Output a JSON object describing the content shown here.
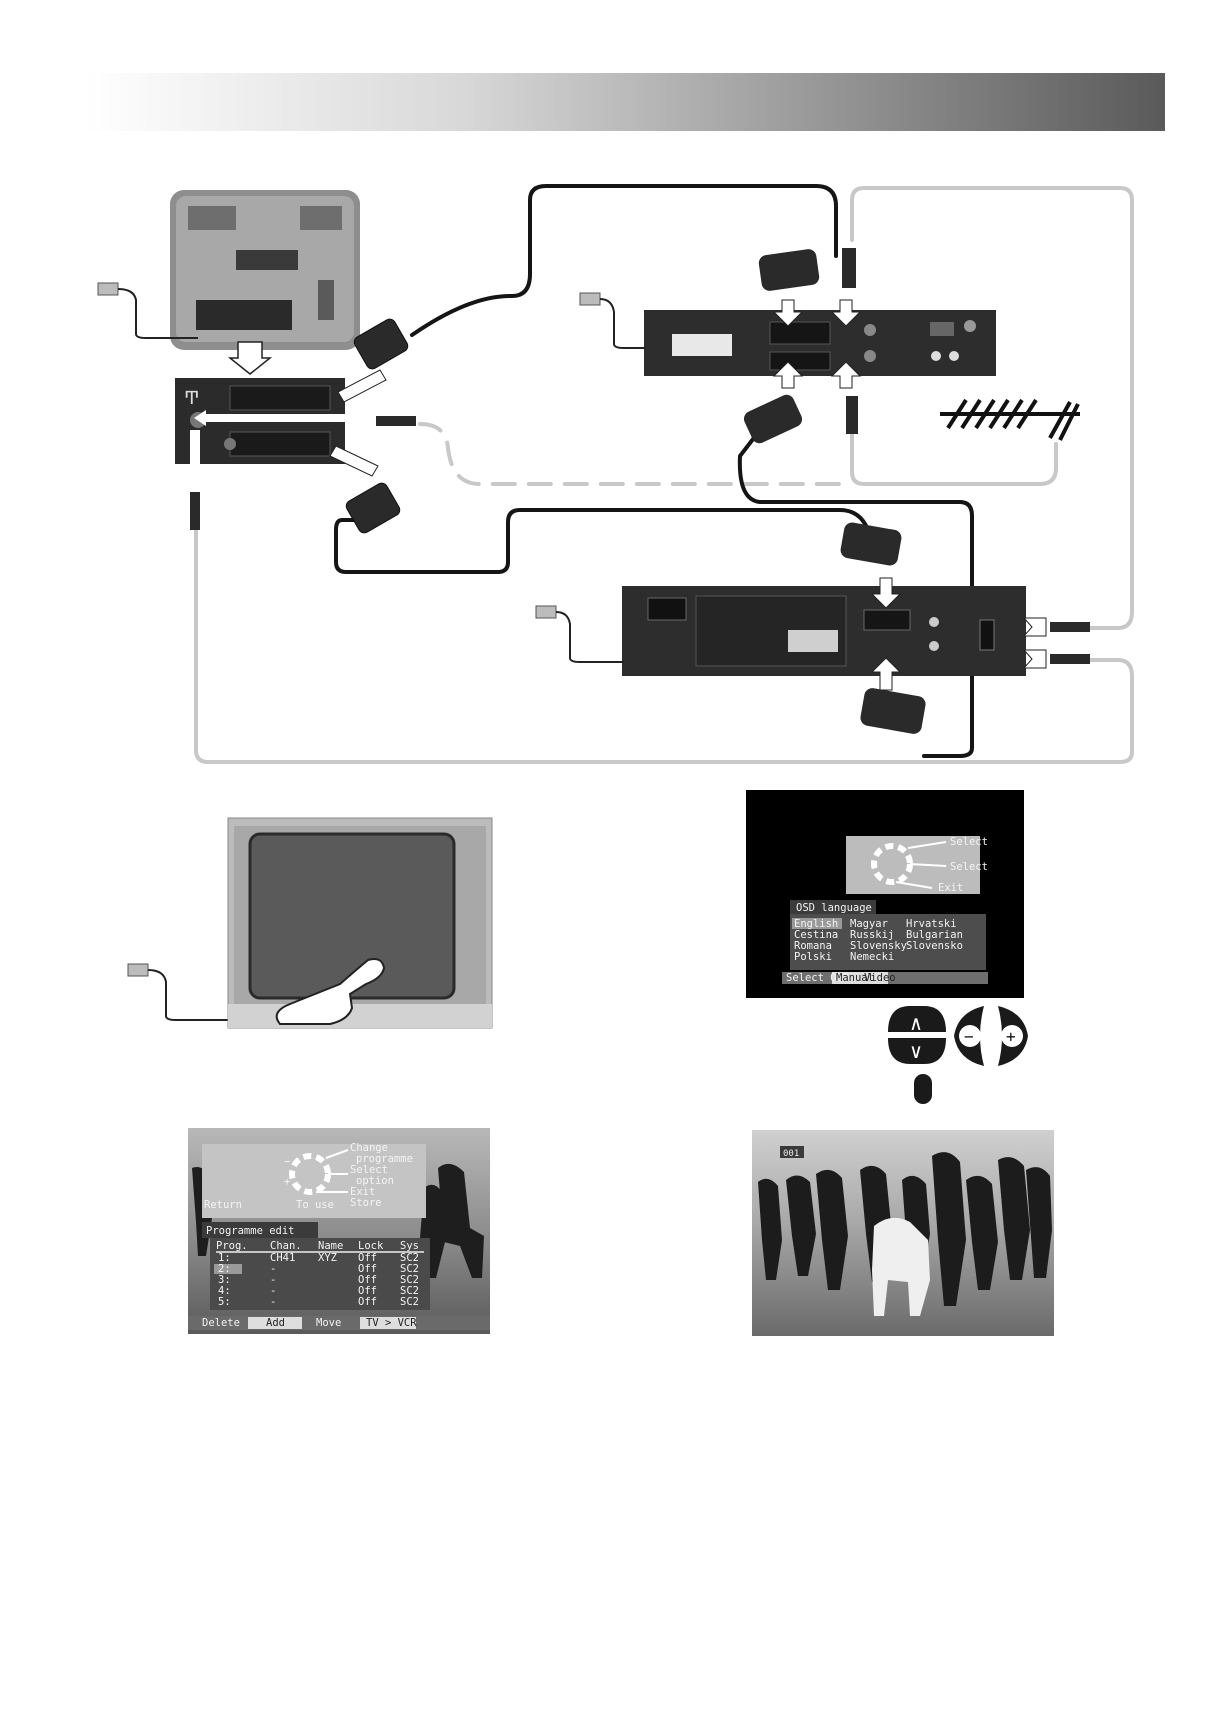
{
  "header": {
    "title": ""
  },
  "osd_language": {
    "hints": {
      "select_1": "Select",
      "select_2": "Select",
      "exit": "Exit"
    },
    "panel_title": "OSD language",
    "languages": [
      "English",
      "Magyar",
      "Hrvatski",
      "Cestina",
      "Russkij",
      "Bulgarian",
      "Romana",
      "Slovensky",
      "Slovensko",
      "Polski",
      "Nemecki"
    ],
    "footer": [
      "Select OSD",
      "Manual",
      "Video"
    ]
  },
  "programme_edit": {
    "hints": {
      "change": "Change",
      "programme": "programme",
      "select": "Select",
      "option": "option",
      "exit": "Exit",
      "store": "Store",
      "return": "Return",
      "to_use": "To use"
    },
    "title": "Programme edit",
    "columns": [
      "Prog.",
      "Chan.",
      "Name",
      "Lock",
      "Sys"
    ],
    "rows": [
      [
        "1:",
        "CH41",
        "XYZ",
        "Off",
        "SC2"
      ],
      [
        "2:",
        "-",
        "",
        "Off",
        "SC2"
      ],
      [
        "3:",
        "-",
        "",
        "Off",
        "SC2"
      ],
      [
        "4:",
        "-",
        "",
        "Off",
        "SC2"
      ],
      [
        "5:",
        "-",
        "",
        "Off",
        "SC2"
      ]
    ],
    "footer": [
      "Delete",
      "Add",
      "Move",
      "TV > VCR"
    ]
  },
  "horses_osd": {
    "badge": "001"
  },
  "remote_keys": {
    "up": "∧",
    "down": "∨",
    "minus": "−",
    "plus": "+"
  }
}
